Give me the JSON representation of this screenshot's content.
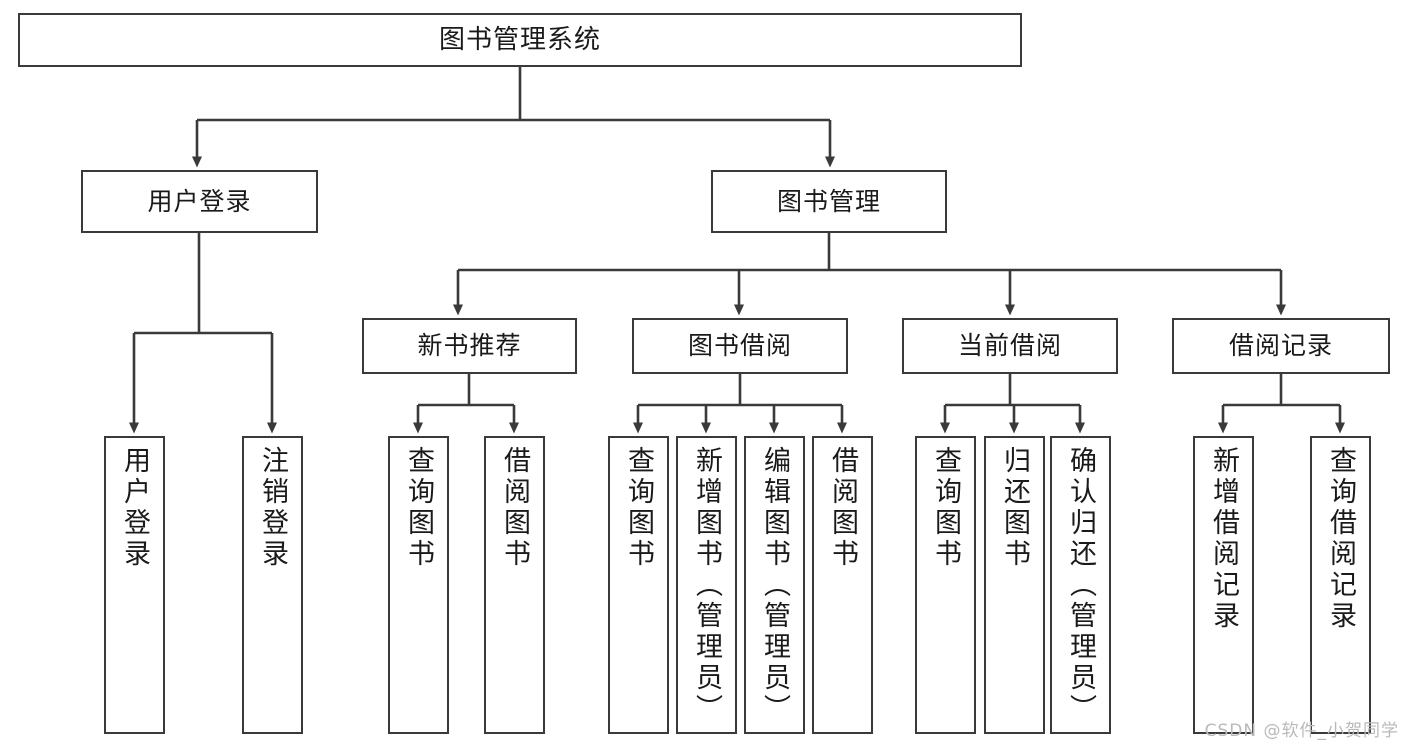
{
  "diagram": {
    "title": "图书管理系统",
    "type": "tree-hierarchy",
    "watermark": "CSDN @软件_小贺同学",
    "colors": {
      "stroke": "#3a3a3a",
      "box_fill": "#ffffff",
      "text": "#1a1a1a",
      "watermark": "#b9b9b9",
      "background": "#ffffff"
    },
    "root": {
      "label": "图书管理系统"
    },
    "level2": [
      {
        "label": "用户登录"
      },
      {
        "label": "图书管理"
      }
    ],
    "level3": [
      {
        "label": "新书推荐"
      },
      {
        "label": "图书借阅"
      },
      {
        "label": "当前借阅"
      },
      {
        "label": "借阅记录"
      }
    ],
    "leaves": {
      "user_login": [
        {
          "label": "用户登录"
        },
        {
          "label": "注销登录"
        }
      ],
      "new_book_recommend": [
        {
          "label": "查询图书"
        },
        {
          "label": "借阅图书"
        }
      ],
      "book_borrow": [
        {
          "label": "查询图书"
        },
        {
          "label": "新增图书（管理员）"
        },
        {
          "label": "编辑图书（管理员）"
        },
        {
          "label": "借阅图书"
        }
      ],
      "current_borrow": [
        {
          "label": "查询图书"
        },
        {
          "label": "归还图书"
        },
        {
          "label": "确认归还（管理员）"
        }
      ],
      "borrow_record": [
        {
          "label": "新增借阅记录"
        },
        {
          "label": "查询借阅记录"
        }
      ]
    }
  }
}
